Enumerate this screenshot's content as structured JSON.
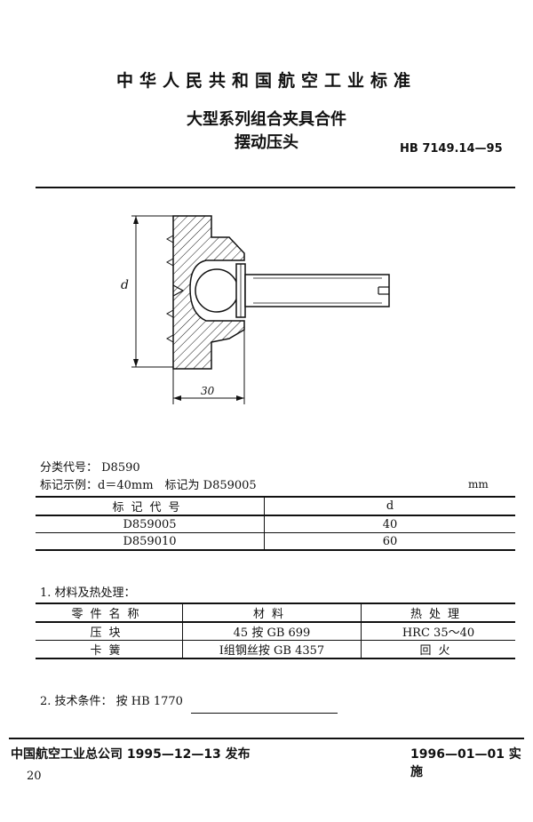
{
  "header": {
    "org_title": "中华人民共和国航空工业标准",
    "title_line1": "大型系列组合夹具合件",
    "title_line2": "摆动压头",
    "standard_number": "HB 7149.14—95"
  },
  "drawing": {
    "diameter_label": "d",
    "length_label": "30"
  },
  "meta": {
    "classification": "分类代号： D8590",
    "marking_example": "标记示例：d＝40mm　标记为 D859005",
    "unit": "mm"
  },
  "size_table": {
    "headers": [
      "标记代号",
      "d"
    ],
    "rows": [
      [
        "D859005",
        "40"
      ],
      [
        "D859010",
        "60"
      ]
    ]
  },
  "materials": {
    "heading": "1. 材料及热处理：",
    "headers": [
      "零件名称",
      "材料",
      "热处理"
    ],
    "rows": [
      [
        "压块",
        "45 按 GB 699",
        "HRC 35～40"
      ],
      [
        "卡簧",
        "Ⅰ组钢丝按 GB 4357",
        "回火"
      ]
    ]
  },
  "technical": {
    "text": "2. 技术条件： 按 HB 1770"
  },
  "footer": {
    "issued": "中国航空工业总公司 1995—12—13 发布",
    "effective": "1996—01—01 实施",
    "page": "20"
  }
}
